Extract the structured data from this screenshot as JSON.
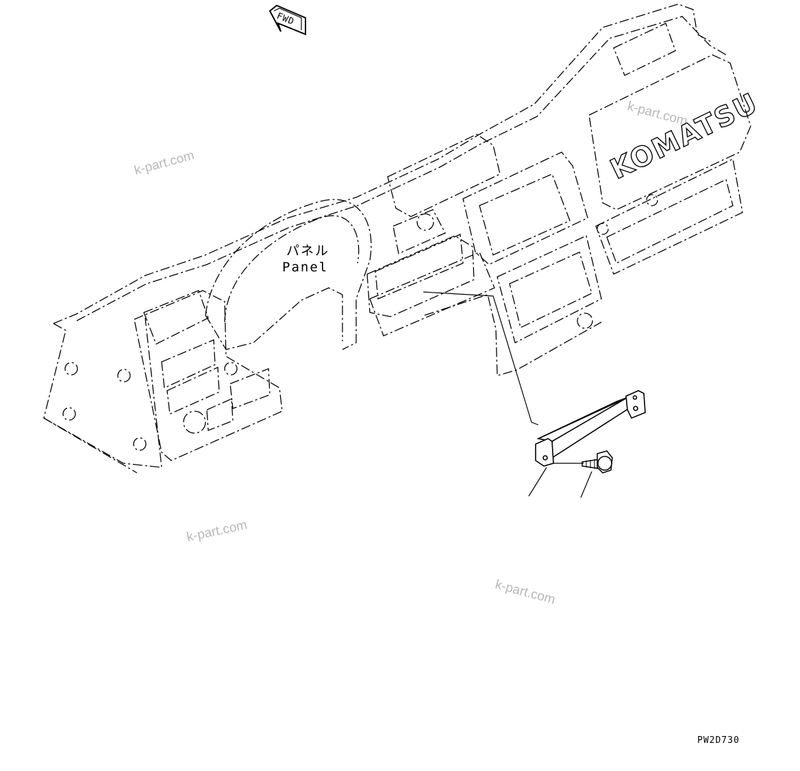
{
  "diagram": {
    "direction_marker": "FWD",
    "part_label_jp": "パネル",
    "part_label_en": "Panel",
    "brand_on_panel": "KOMATSU",
    "drawing_code": "PW2D730",
    "watermarks": [
      "k-part.com",
      "k-part.com",
      "k-part.com",
      "k-part.com"
    ]
  },
  "colors": {
    "line": "#000000",
    "watermark": "#b8b8b8",
    "background": "#ffffff"
  }
}
